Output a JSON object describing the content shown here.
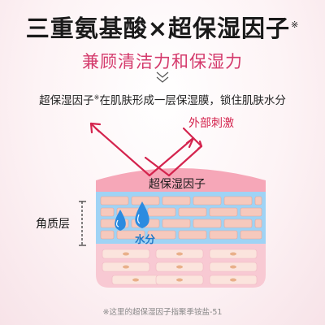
{
  "header": {
    "title": "三重氨基酸×超保湿因子",
    "title_mark": "※",
    "subtitle": "兼顾清洁力和保湿力"
  },
  "description": {
    "part1": "超保湿因子",
    "mark": "※",
    "part2": "在肌肤形成一层保湿膜，锁住肌肤水分"
  },
  "diagram": {
    "external_label": "外部刺激",
    "layer_label": "超保湿因子",
    "stratum_label": "角质层",
    "water_label": "水分",
    "colors": {
      "arrow": "#d4244e",
      "membrane": "#f6a7b8",
      "stratum_bg": "#9fd3f5",
      "cell": "#f6c9bd",
      "cell_border": "#e3a597",
      "lower_bg": "#f8c9d3",
      "lower_cell": "#fbe4dd",
      "water": "#2b8be0"
    },
    "icons": [
      "water-drop-icon",
      "bracket-icon",
      "chevron-down-icon",
      "arrow-icon"
    ]
  },
  "footnote": "※这里的超保湿因子指聚季铵盐-51"
}
